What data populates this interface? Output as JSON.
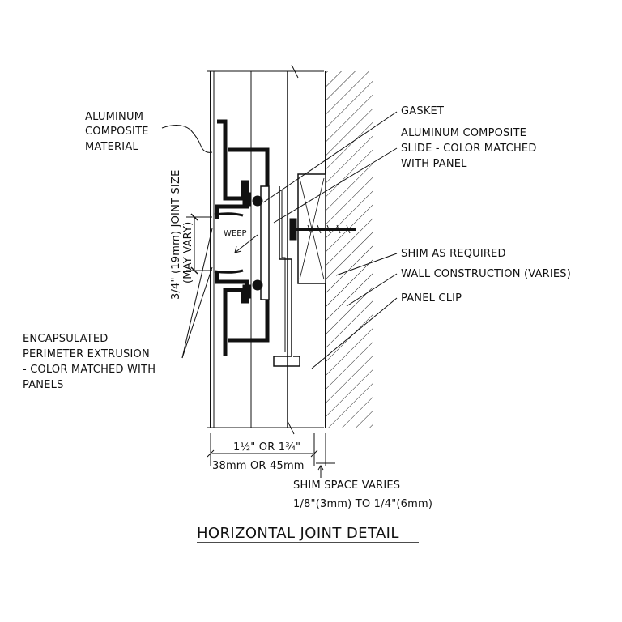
{
  "title": "HORIZONTAL JOINT DETAIL",
  "labels": {
    "aluminum_composite_material": [
      "ALUMINUM",
      "COMPOSITE",
      "MATERIAL"
    ],
    "gasket": "GASKET",
    "aluminum_composite_slide": [
      "ALUMINUM COMPOSITE",
      "SLIDE - COLOR MATCHED",
      "WITH PANEL"
    ],
    "shim_as_required": "SHIM AS REQUIRED",
    "wall_construction": "WALL CONSTRUCTION (VARIES)",
    "panel_clip": "PANEL CLIP",
    "encapsulated_extrusion": [
      "ENCAPSULATED",
      "PERIMETER EXTRUSION",
      "- COLOR MATCHED WITH",
      "PANELS"
    ],
    "joint_size": [
      "3/4\" (19mm) JOINT SIZE",
      "(MAY VARY)"
    ],
    "weep": "WEEP",
    "dim_imperial": "1½\" OR 1¾\"",
    "dim_metric": "38mm OR 45mm",
    "shim_space": [
      "SHIM SPACE VARIES",
      "1/8\"(3mm) TO 1/4\"(6mm)"
    ]
  },
  "colors": {
    "ink": "#111111",
    "paper": "#ffffff"
  }
}
